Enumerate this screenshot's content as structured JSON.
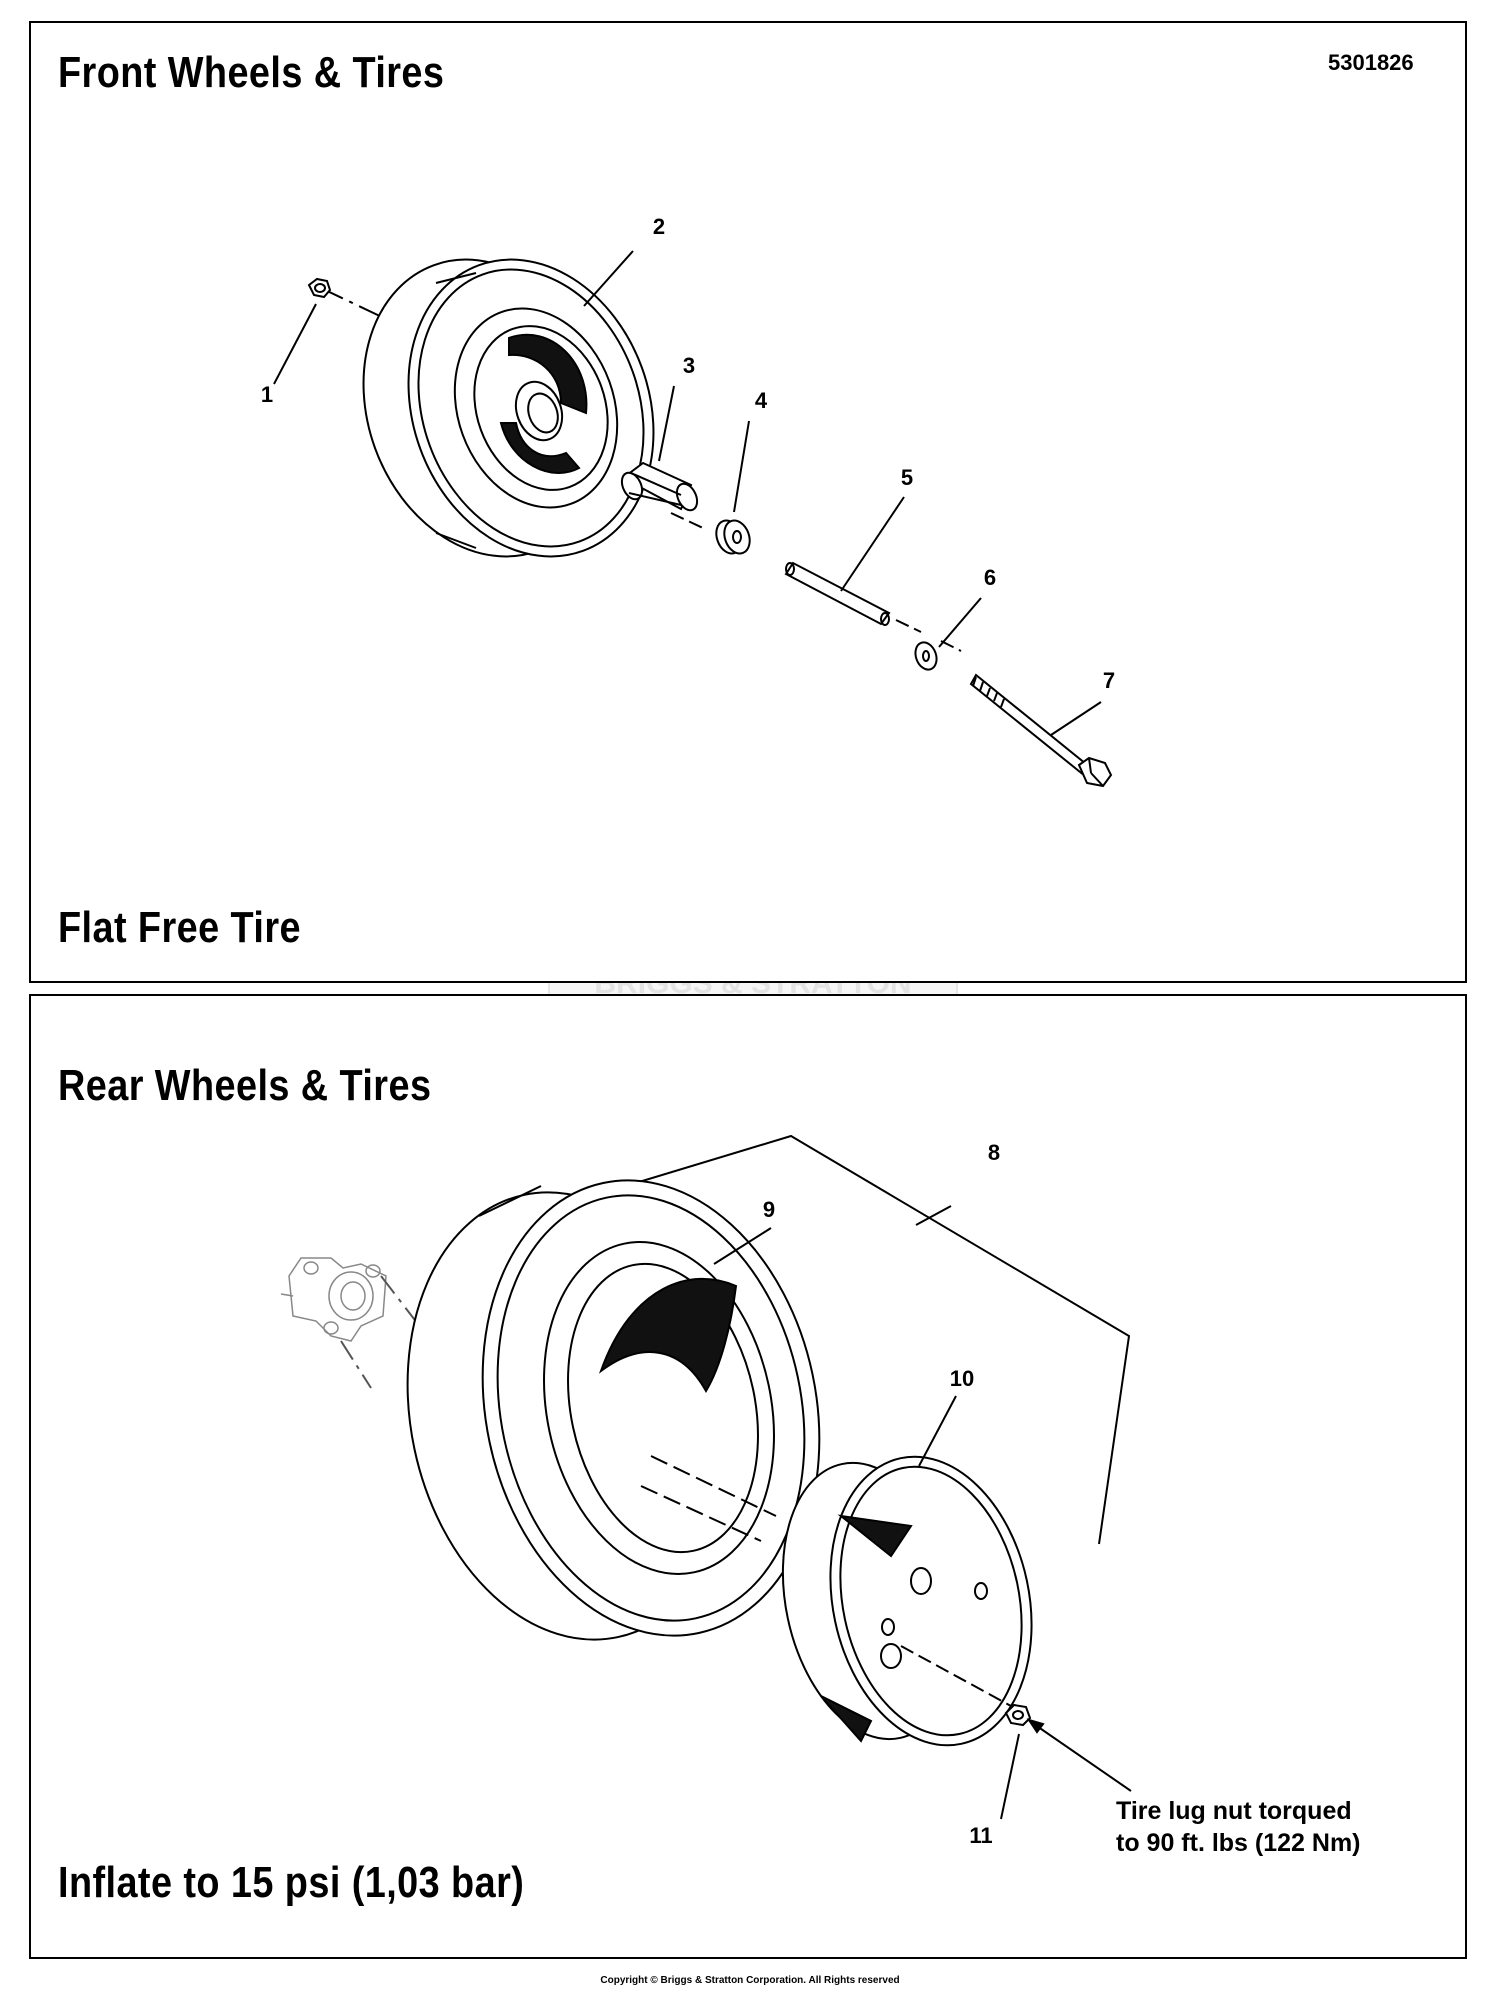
{
  "front": {
    "title": "Front Wheels & Tires",
    "part_number": "5301826",
    "subtitle": "Flat Free Tire",
    "callouts": [
      "1",
      "2",
      "3",
      "4",
      "5",
      "6",
      "7"
    ]
  },
  "rear": {
    "title": "Rear Wheels & Tires",
    "subtitle": "Inflate to 15 psi (1,03 bar)",
    "callouts": [
      "8",
      "9",
      "10",
      "11"
    ],
    "note_line1": "Tire lug nut torqued",
    "note_line2": "to 90 ft. lbs (122 Nm)"
  },
  "watermark": "BRIGGS & STRATTON",
  "copyright": "Copyright © Briggs & Stratton Corporation. All Rights reserved"
}
